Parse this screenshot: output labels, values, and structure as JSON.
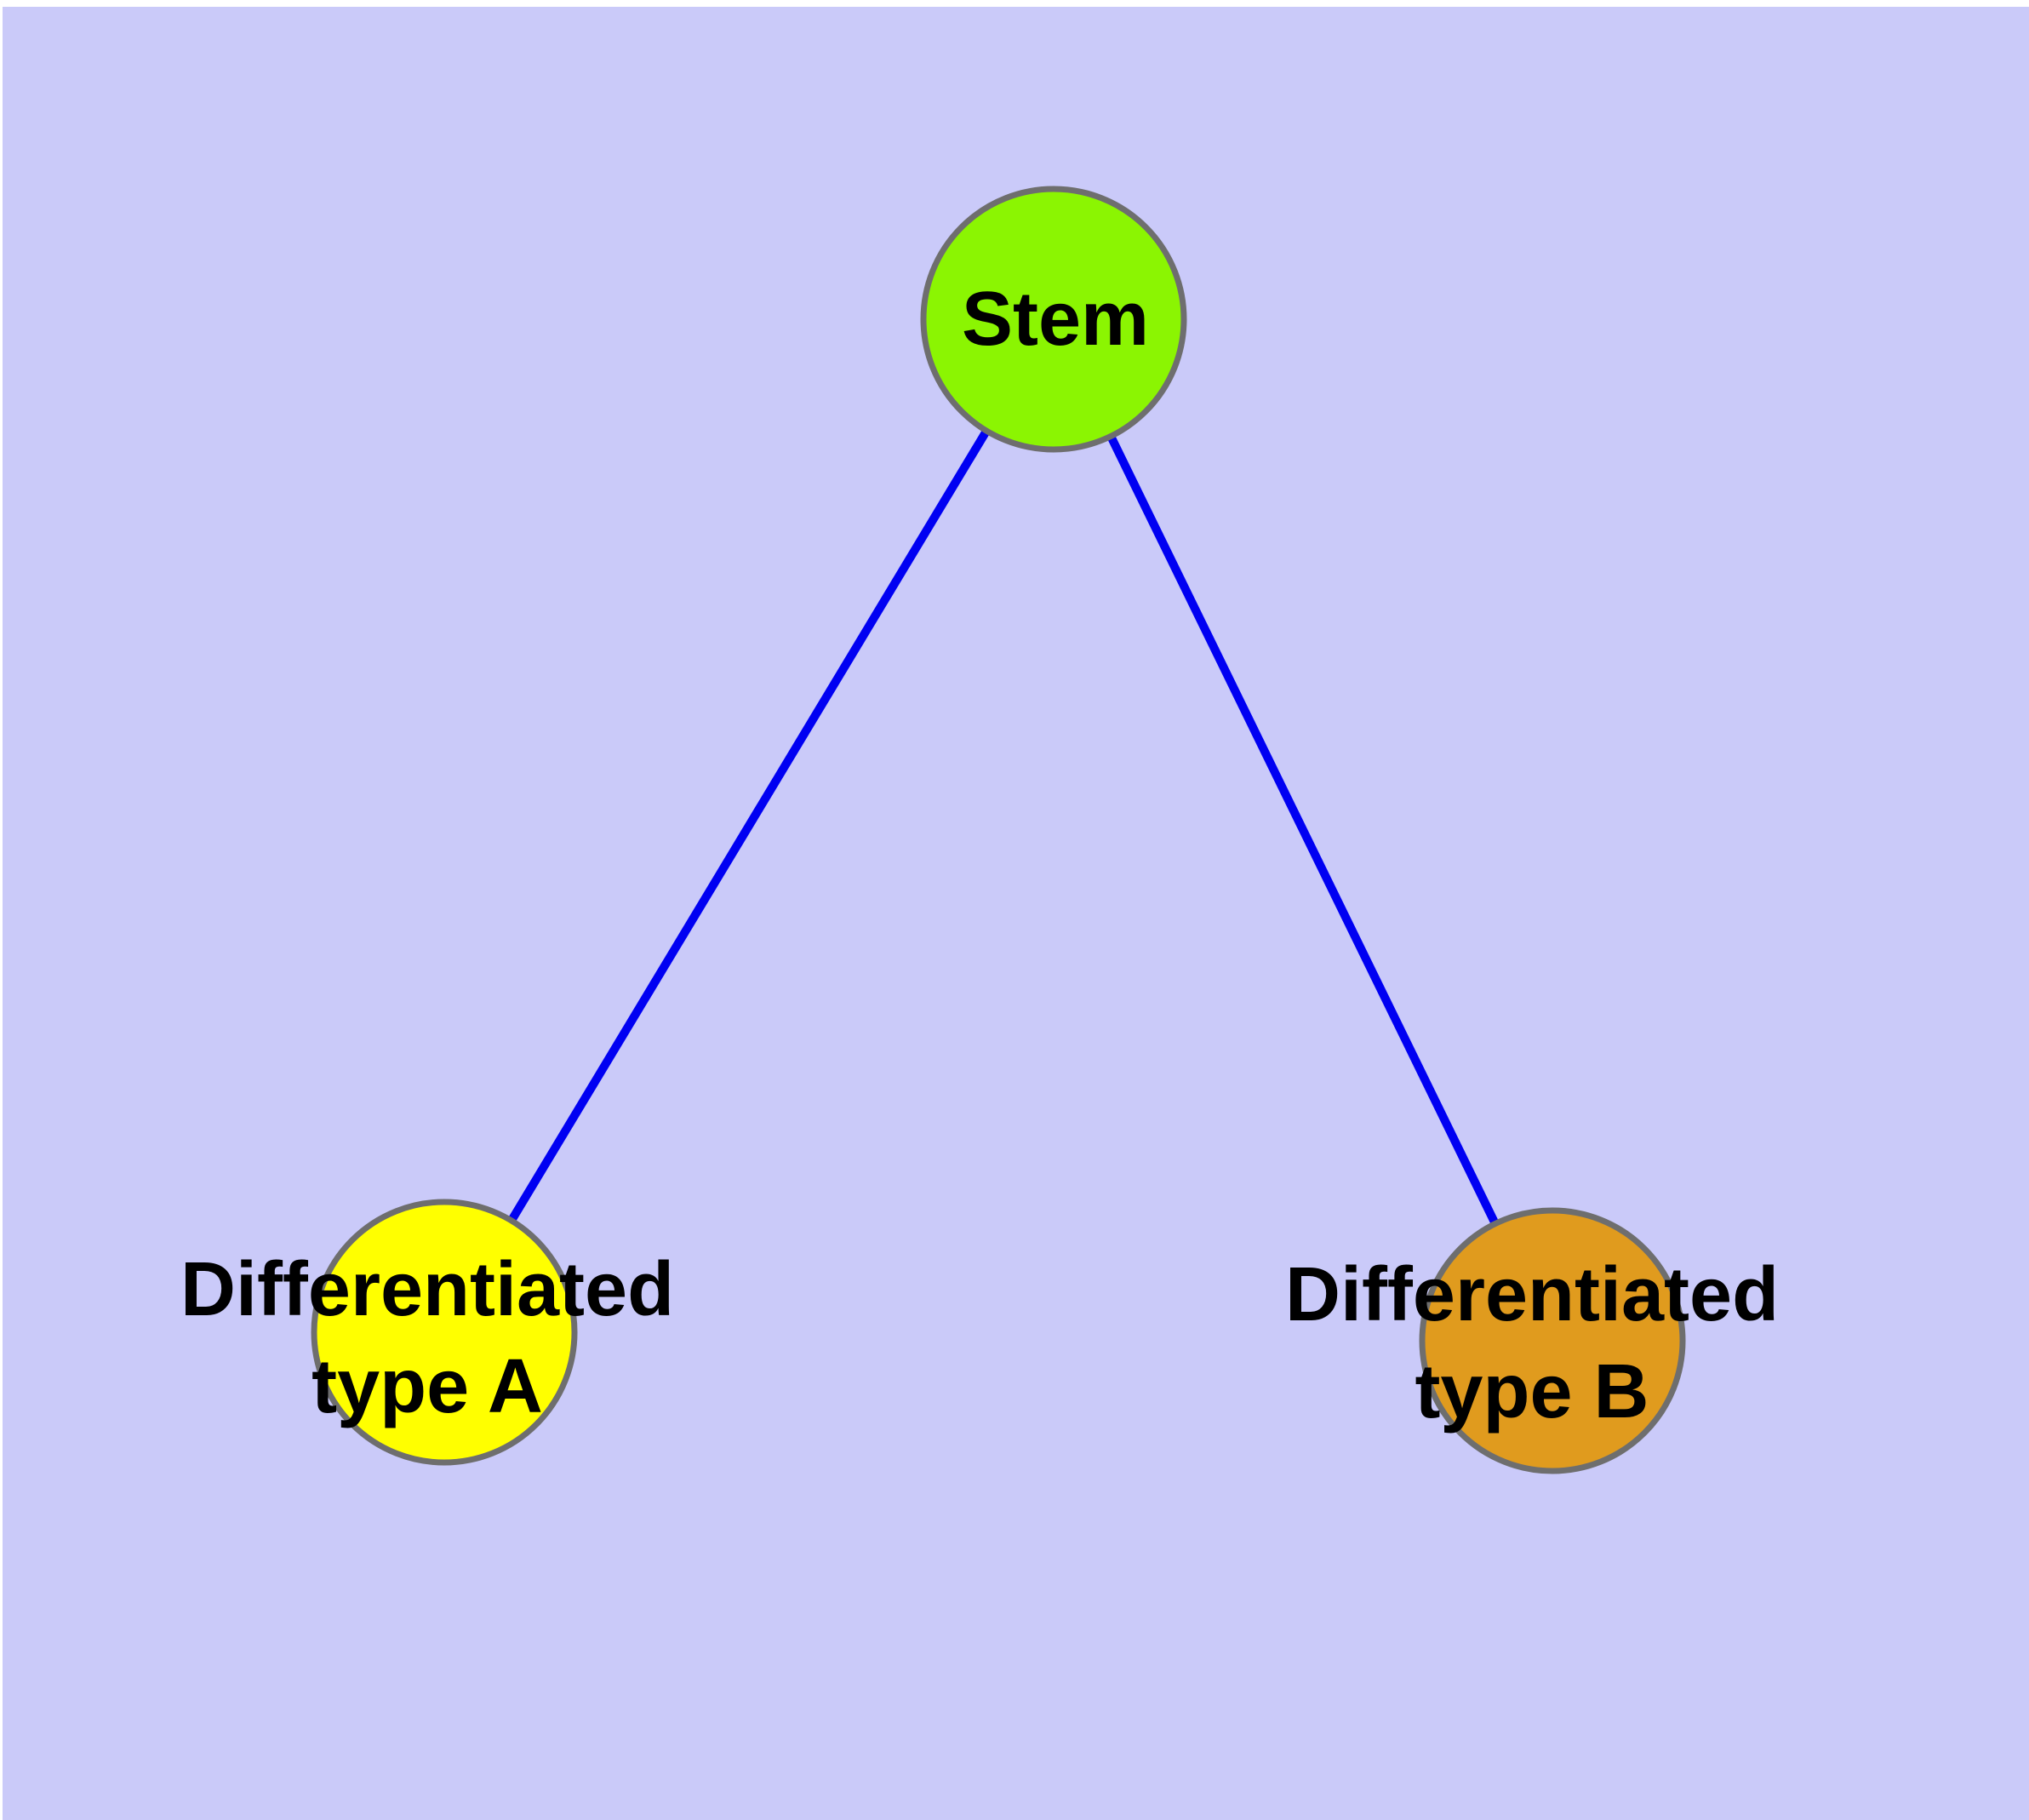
{
  "diagram": {
    "type": "node-link graph",
    "colors": {
      "background": "#CACAF9",
      "page_margin": "#FFFFFF",
      "edge": "#0000F2",
      "node_border": "#6E6E6E",
      "label_text": "#000000"
    },
    "nodes": {
      "stem": {
        "label": "Stem",
        "fill": "#8BF502"
      },
      "type_a": {
        "label_line1": "Differentiated",
        "label_line2": "type A",
        "fill": "#FFFF00"
      },
      "type_b": {
        "label_line1": "Differentiated",
        "label_line2": "type B",
        "fill": "#E09B1E"
      }
    },
    "edges": [
      {
        "from": "Stem",
        "to": "Differentiated type A"
      },
      {
        "from": "Stem",
        "to": "Differentiated type B"
      }
    ]
  }
}
